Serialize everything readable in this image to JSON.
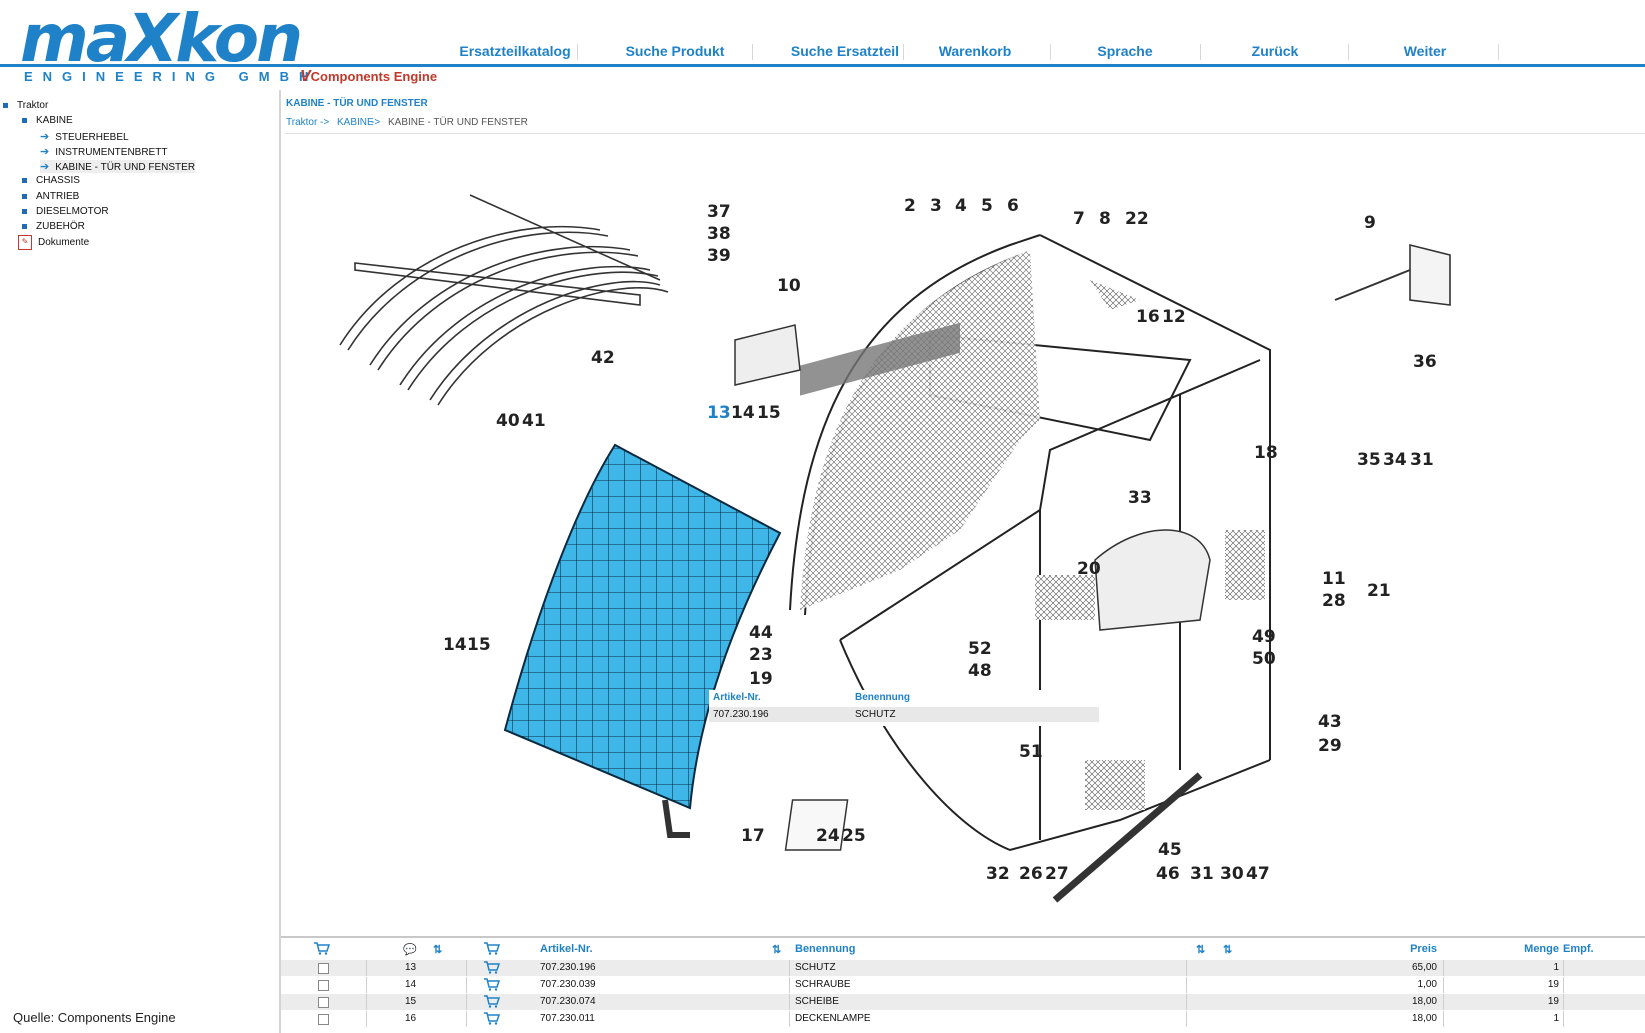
{
  "header": {
    "logo": "maXkon",
    "logo_sub": "ENGINEERING GMBH",
    "engine_mark": "Components Engine",
    "nav": [
      "Ersatzteilkatalog",
      "Suche Produkt",
      "Suche Ersatzteil",
      "Warenkorb",
      "Sprache",
      "Zurück",
      "Weiter"
    ]
  },
  "sidebar": {
    "items": [
      {
        "label": "Traktor"
      },
      {
        "label": "KABINE"
      },
      {
        "label": "STEUERHEBEL"
      },
      {
        "label": "INSTRUMENTENBRETT"
      },
      {
        "label": "KABINE - TÜR UND FENSTER"
      },
      {
        "label": "CHASSIS"
      },
      {
        "label": "ANTRIEB"
      },
      {
        "label": "DIESELMOTOR"
      },
      {
        "label": "ZUBEHÖR"
      },
      {
        "label": "Dokumente"
      }
    ]
  },
  "main": {
    "title": "KABINE - TÜR UND FENSTER",
    "breadcrumb": [
      "Traktor",
      "KABINE",
      "KABINE - TÜR UND FENSTER"
    ],
    "breadcrumb_sep": "->"
  },
  "tooltip": {
    "col1": "Artikel-Nr.",
    "col2": "Benennung",
    "article": "707.230.196",
    "name": "SCHUTZ"
  },
  "diagram": {
    "callouts": [
      "2",
      "3",
      "4",
      "5",
      "6",
      "7",
      "8",
      "22",
      "9",
      "10",
      "37",
      "38",
      "39",
      "42",
      "40",
      "41",
      "13",
      "14",
      "15",
      "16",
      "12",
      "36",
      "35",
      "34",
      "31",
      "18",
      "33",
      "20",
      "11",
      "21",
      "28",
      "44",
      "23",
      "19",
      "52",
      "48",
      "49",
      "50",
      "14",
      "15",
      "43",
      "29",
      "51",
      "24",
      "25",
      "17",
      "45",
      "46",
      "31",
      "30",
      "47",
      "32",
      "26",
      "27"
    ],
    "selected_part": "13"
  },
  "table": {
    "headers": {
      "article": "Artikel-Nr.",
      "name": "Benennung",
      "price": "Preis",
      "qty": "Menge",
      "rec": "Empf."
    },
    "rows": [
      {
        "pos": "13",
        "article": "707.230.196",
        "name": "SCHUTZ",
        "price": "65,00",
        "qty": "1"
      },
      {
        "pos": "14",
        "article": "707.230.039",
        "name": "SCHRAUBE",
        "price": "1,00",
        "qty": "19"
      },
      {
        "pos": "15",
        "article": "707.230.074",
        "name": "SCHEIBE",
        "price": "18,00",
        "qty": "19"
      },
      {
        "pos": "16",
        "article": "707.230.011",
        "name": "DECKENLAMPE",
        "price": "18,00",
        "qty": "1"
      }
    ]
  },
  "source": "Quelle: Components Engine",
  "colors": {
    "accent": "#1f82c8",
    "selection": "#3fb6e8"
  }
}
